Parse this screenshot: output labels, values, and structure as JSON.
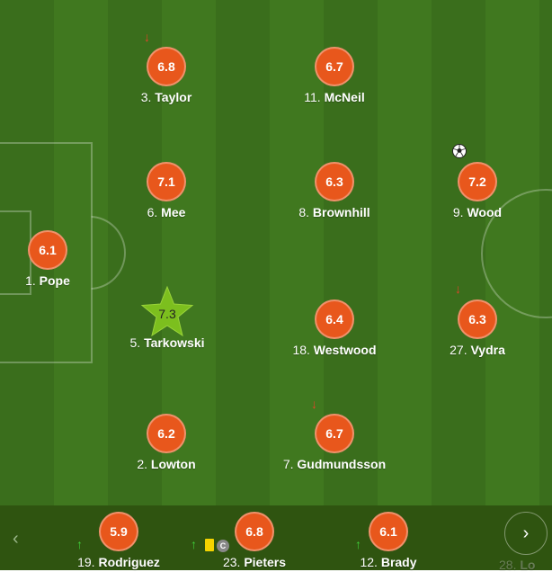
{
  "players": [
    {
      "id": "taylor",
      "number": "3.",
      "name": "Taylor",
      "rating": "6.8"
    },
    {
      "id": "mcneil",
      "number": "11.",
      "name": "McNeil",
      "rating": "6.7"
    },
    {
      "id": "mee",
      "number": "6.",
      "name": "Mee",
      "rating": "7.1"
    },
    {
      "id": "brownhill",
      "number": "8.",
      "name": "Brownhill",
      "rating": "6.3"
    },
    {
      "id": "wood",
      "number": "9.",
      "name": "Wood",
      "rating": "7.2"
    },
    {
      "id": "pope",
      "number": "1.",
      "name": "Pope",
      "rating": "6.1"
    },
    {
      "id": "tarkowski",
      "number": "5.",
      "name": "Tarkowski",
      "rating": "7.3"
    },
    {
      "id": "westwood",
      "number": "18.",
      "name": "Westwood",
      "rating": "6.4"
    },
    {
      "id": "vydra",
      "number": "27.",
      "name": "Vydra",
      "rating": "6.3"
    },
    {
      "id": "lowton",
      "number": "2.",
      "name": "Lowton",
      "rating": "6.2"
    },
    {
      "id": "gudmundsson",
      "number": "7.",
      "name": "Gudmundsson",
      "rating": "6.7"
    }
  ],
  "subs": [
    {
      "id": "rodriguez",
      "number": "19.",
      "name": "Rodriguez",
      "rating": "5.9"
    },
    {
      "id": "pieters",
      "number": "23.",
      "name": "Pieters",
      "rating": "6.8",
      "card": "yellow",
      "badge": "C"
    },
    {
      "id": "brady",
      "number": "12.",
      "name": "Brady",
      "rating": "6.1"
    },
    {
      "id": "lowe",
      "number": "28.",
      "name": "Lo"
    }
  ],
  "nav": {
    "prev": "‹",
    "next": "›"
  },
  "icons": {
    "sub_off": "arrow-down",
    "sub_on": "arrow-up",
    "goal": "ball"
  },
  "colors": {
    "rating": "#e8571c",
    "best": "#7cbf1e",
    "sub_off": "#e0452a",
    "sub_on": "#3fd13a",
    "card": "#f5d400"
  }
}
